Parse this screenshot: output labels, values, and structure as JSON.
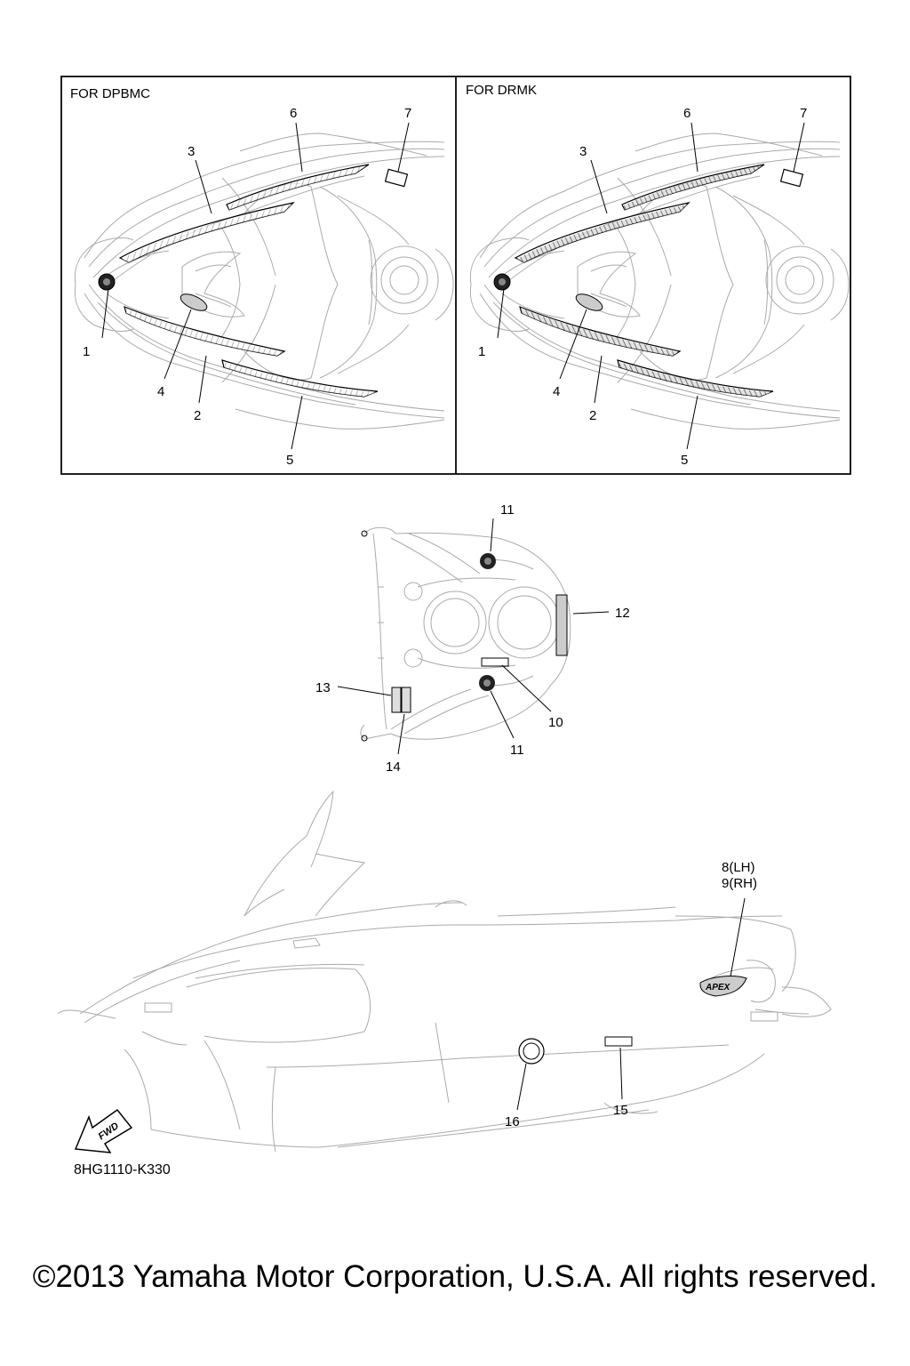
{
  "panels": [
    {
      "label": "FOR DPBMC",
      "callouts": [
        "1",
        "2",
        "3",
        "4",
        "5",
        "6",
        "7"
      ]
    },
    {
      "label": "FOR DRMK",
      "callouts": [
        "1",
        "2",
        "3",
        "4",
        "5",
        "6",
        "7"
      ]
    }
  ],
  "hood_callouts": [
    "10",
    "11",
    "11",
    "12",
    "13",
    "14"
  ],
  "side_callouts": {
    "c8": "8(LH)",
    "c9": "9(RH)",
    "c15": "15",
    "c16": "16"
  },
  "decal_text": "APEX",
  "fwd_label": "FWD",
  "diagram_id": "8HG1110-K330",
  "copyright": "©2013 Yamaha Motor Corporation, U.S.A. All rights reserved."
}
